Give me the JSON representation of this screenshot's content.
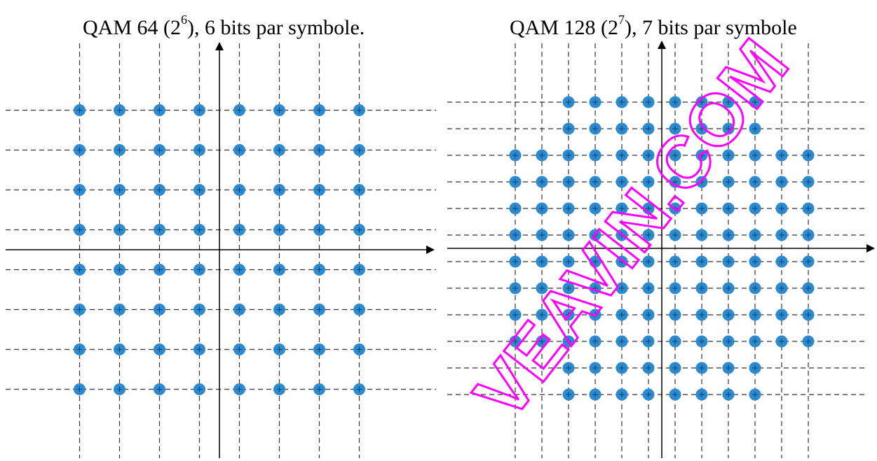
{
  "chart_data": [
    {
      "type": "scatter",
      "name_shown": "QAM 64",
      "title": {
        "base": "QAM 64 (2",
        "exponent": "6",
        "rest": "), 6 bits par symbole."
      },
      "levels": [
        -7,
        -5,
        -3,
        -1,
        1,
        3,
        5,
        7
      ],
      "points_count": 64,
      "grid": true,
      "dot_color": "#2b8ad0",
      "axis_color": "#000000"
    },
    {
      "type": "scatter",
      "name_shown": "QAM 128",
      "title": {
        "base": "QAM 128 (2",
        "exponent": "7",
        "rest": "), 7 bits par symbole"
      },
      "levels": [
        -11,
        -9,
        -7,
        -5,
        -3,
        -1,
        1,
        3,
        5,
        7,
        9,
        11
      ],
      "shape": "12x12 square minus 2x2 corners",
      "points_count": 128,
      "grid": true,
      "dot_color": "#2b8ad0",
      "axis_color": "#000000"
    }
  ],
  "watermark": "VEAVIN.COM"
}
